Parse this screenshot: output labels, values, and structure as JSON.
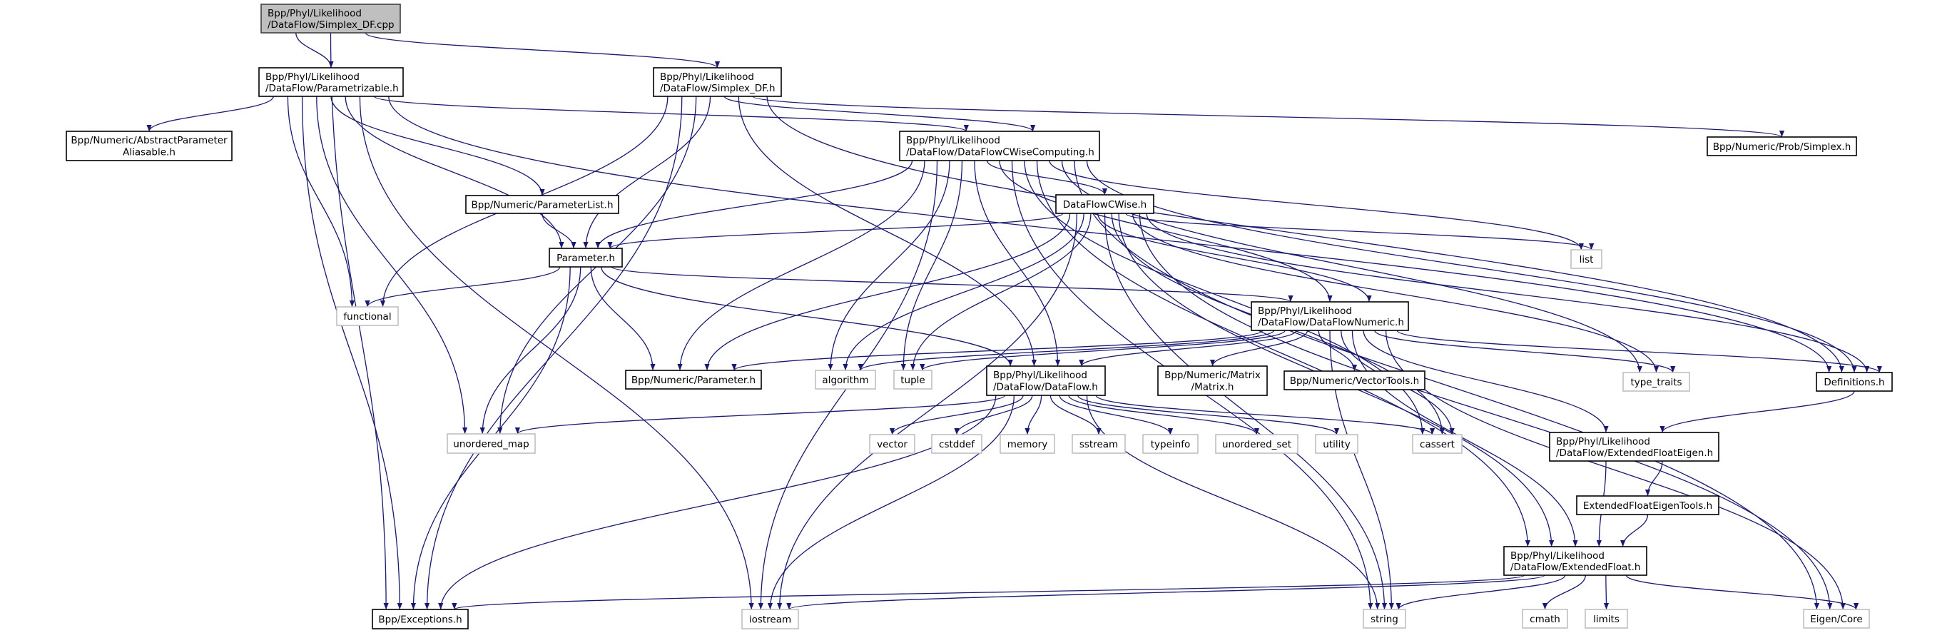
{
  "colors": {
    "edge": "#191970",
    "root_fill": "#bfbfbf",
    "project_border": "#000000",
    "system_border": "#bfbfbf",
    "background": "#ffffff"
  },
  "nodes": [
    {
      "id": "cpp",
      "kind": "root",
      "lines": [
        "Bpp/Phyl/Likelihood",
        "/DataFlow/Simplex_DF.cpp"
      ]
    },
    {
      "id": "parametrizable",
      "kind": "project",
      "lines": [
        "Bpp/Phyl/Likelihood",
        "/DataFlow/Parametrizable.h"
      ]
    },
    {
      "id": "simplex_h",
      "kind": "project",
      "lines": [
        "Bpp/Phyl/Likelihood",
        "/DataFlow/Simplex_DF.h"
      ]
    },
    {
      "id": "aliasable",
      "kind": "project",
      "lines": [
        "Bpp/Numeric/AbstractParameter",
        "Aliasable.h"
      ],
      "center": true
    },
    {
      "id": "paramlist",
      "kind": "project",
      "lines": [
        "Bpp/Numeric/ParameterList.h"
      ]
    },
    {
      "id": "param_h",
      "kind": "project",
      "lines": [
        "Parameter.h"
      ]
    },
    {
      "id": "functional",
      "kind": "system",
      "lines": [
        "functional"
      ]
    },
    {
      "id": "cwisecomp",
      "kind": "project",
      "lines": [
        "Bpp/Phyl/Likelihood",
        "/DataFlow/DataFlowCWiseComputing.h"
      ]
    },
    {
      "id": "cwise",
      "kind": "project",
      "lines": [
        "DataFlowCWise.h"
      ]
    },
    {
      "id": "list",
      "kind": "system",
      "lines": [
        "list"
      ]
    },
    {
      "id": "prob_simplex",
      "kind": "project",
      "lines": [
        "Bpp/Numeric/Prob/Simplex.h"
      ]
    },
    {
      "id": "numeric",
      "kind": "project",
      "lines": [
        "Bpp/Phyl/Likelihood",
        "/DataFlow/DataFlowNumeric.h"
      ]
    },
    {
      "id": "num_param",
      "kind": "project",
      "lines": [
        "Bpp/Numeric/Parameter.h"
      ]
    },
    {
      "id": "algorithm",
      "kind": "system",
      "lines": [
        "algorithm"
      ]
    },
    {
      "id": "tuple",
      "kind": "system",
      "lines": [
        "tuple"
      ]
    },
    {
      "id": "dataflow",
      "kind": "project",
      "lines": [
        "Bpp/Phyl/Likelihood",
        "/DataFlow/DataFlow.h"
      ]
    },
    {
      "id": "matrix",
      "kind": "project",
      "lines": [
        "Bpp/Numeric/Matrix",
        "/Matrix.h"
      ],
      "center": true
    },
    {
      "id": "vectortools",
      "kind": "project",
      "lines": [
        "Bpp/Numeric/VectorTools.h"
      ]
    },
    {
      "id": "type_traits",
      "kind": "system",
      "lines": [
        "type_traits"
      ]
    },
    {
      "id": "definitions",
      "kind": "project",
      "lines": [
        "Definitions.h"
      ]
    },
    {
      "id": "unordered_map",
      "kind": "system",
      "lines": [
        "unordered_map"
      ]
    },
    {
      "id": "vector",
      "kind": "system",
      "lines": [
        "vector"
      ]
    },
    {
      "id": "cstddef",
      "kind": "system",
      "lines": [
        "cstddef"
      ]
    },
    {
      "id": "memory",
      "kind": "system",
      "lines": [
        "memory"
      ]
    },
    {
      "id": "sstream",
      "kind": "system",
      "lines": [
        "sstream"
      ]
    },
    {
      "id": "typeinfo",
      "kind": "system",
      "lines": [
        "typeinfo"
      ]
    },
    {
      "id": "unordered_set",
      "kind": "system",
      "lines": [
        "unordered_set"
      ]
    },
    {
      "id": "utility",
      "kind": "system",
      "lines": [
        "utility"
      ]
    },
    {
      "id": "cassert",
      "kind": "system",
      "lines": [
        "cassert"
      ]
    },
    {
      "id": "efeigen",
      "kind": "project",
      "lines": [
        "Bpp/Phyl/Likelihood",
        "/DataFlow/ExtendedFloatEigen.h"
      ]
    },
    {
      "id": "efetools",
      "kind": "project",
      "lines": [
        "ExtendedFloatEigenTools.h"
      ]
    },
    {
      "id": "extfloat",
      "kind": "project",
      "lines": [
        "Bpp/Phyl/Likelihood",
        "/DataFlow/ExtendedFloat.h"
      ]
    },
    {
      "id": "exceptions",
      "kind": "project",
      "lines": [
        "Bpp/Exceptions.h"
      ]
    },
    {
      "id": "iostream",
      "kind": "system",
      "lines": [
        "iostream"
      ]
    },
    {
      "id": "string",
      "kind": "system",
      "lines": [
        "string"
      ]
    },
    {
      "id": "cmath",
      "kind": "system",
      "lines": [
        "cmath"
      ]
    },
    {
      "id": "limits",
      "kind": "system",
      "lines": [
        "limits"
      ]
    },
    {
      "id": "eigen",
      "kind": "system",
      "lines": [
        "Eigen/Core"
      ]
    }
  ],
  "edges": [
    [
      "cpp",
      "parametrizable"
    ],
    [
      "cpp",
      "simplex_h"
    ],
    [
      "cpp",
      "exceptions"
    ],
    [
      "parametrizable",
      "aliasable"
    ],
    [
      "parametrizable",
      "paramlist"
    ],
    [
      "parametrizable",
      "param_h"
    ],
    [
      "parametrizable",
      "functional"
    ],
    [
      "parametrizable",
      "unordered_map"
    ],
    [
      "parametrizable",
      "iostream"
    ],
    [
      "parametrizable",
      "exceptions"
    ],
    [
      "parametrizable",
      "cwisecomp"
    ],
    [
      "parametrizable",
      "definitions"
    ],
    [
      "simplex_h",
      "cwisecomp"
    ],
    [
      "simplex_h",
      "prob_simplex"
    ],
    [
      "simplex_h",
      "definitions"
    ],
    [
      "simplex_h",
      "param_h"
    ],
    [
      "simplex_h",
      "functional"
    ],
    [
      "simplex_h",
      "unordered_map"
    ],
    [
      "simplex_h",
      "exceptions"
    ],
    [
      "simplex_h",
      "dataflow"
    ],
    [
      "cwisecomp",
      "cwise"
    ],
    [
      "cwisecomp",
      "param_h"
    ],
    [
      "cwisecomp",
      "num_param"
    ],
    [
      "cwisecomp",
      "algorithm"
    ],
    [
      "cwisecomp",
      "tuple"
    ],
    [
      "cwisecomp",
      "iostream"
    ],
    [
      "cwisecomp",
      "string"
    ],
    [
      "cwisecomp",
      "list"
    ],
    [
      "cwisecomp",
      "type_traits"
    ],
    [
      "cwisecomp",
      "definitions"
    ],
    [
      "cwisecomp",
      "cassert"
    ],
    [
      "cwisecomp",
      "eigen"
    ],
    [
      "cwisecomp",
      "extfloat"
    ],
    [
      "cwisecomp",
      "numeric"
    ],
    [
      "cwisecomp",
      "dataflow"
    ],
    [
      "cwise",
      "param_h"
    ],
    [
      "cwise",
      "num_param"
    ],
    [
      "cwise",
      "algorithm"
    ],
    [
      "cwise",
      "tuple"
    ],
    [
      "cwise",
      "iostream"
    ],
    [
      "cwise",
      "string"
    ],
    [
      "cwise",
      "list"
    ],
    [
      "cwise",
      "numeric"
    ],
    [
      "cwise",
      "type_traits"
    ],
    [
      "cwise",
      "definitions"
    ],
    [
      "cwise",
      "eigen"
    ],
    [
      "cwise",
      "extfloat"
    ],
    [
      "cwise",
      "cassert"
    ],
    [
      "paramlist",
      "param_h"
    ],
    [
      "param_h",
      "functional"
    ],
    [
      "param_h",
      "unordered_map"
    ],
    [
      "param_h",
      "num_param"
    ],
    [
      "param_h",
      "exceptions"
    ],
    [
      "param_h",
      "numeric"
    ],
    [
      "param_h",
      "dataflow"
    ],
    [
      "numeric",
      "num_param"
    ],
    [
      "numeric",
      "algorithm"
    ],
    [
      "numeric",
      "tuple"
    ],
    [
      "numeric",
      "dataflow"
    ],
    [
      "numeric",
      "matrix"
    ],
    [
      "numeric",
      "vectortools"
    ],
    [
      "numeric",
      "type_traits"
    ],
    [
      "numeric",
      "definitions"
    ],
    [
      "numeric",
      "cassert"
    ],
    [
      "numeric",
      "string"
    ],
    [
      "numeric",
      "extfloat"
    ],
    [
      "numeric",
      "efeigen"
    ],
    [
      "numeric",
      "eigen"
    ],
    [
      "dataflow",
      "unordered_map"
    ],
    [
      "dataflow",
      "exceptions"
    ],
    [
      "dataflow",
      "iostream"
    ],
    [
      "dataflow",
      "vector"
    ],
    [
      "dataflow",
      "cstddef"
    ],
    [
      "dataflow",
      "memory"
    ],
    [
      "dataflow",
      "sstream"
    ],
    [
      "dataflow",
      "typeinfo"
    ],
    [
      "dataflow",
      "unordered_set"
    ],
    [
      "dataflow",
      "utility"
    ],
    [
      "dataflow",
      "cassert"
    ],
    [
      "dataflow",
      "string"
    ],
    [
      "definitions",
      "efeigen"
    ],
    [
      "efeigen",
      "efetools"
    ],
    [
      "efeigen",
      "extfloat"
    ],
    [
      "efetools",
      "extfloat"
    ],
    [
      "extfloat",
      "exceptions"
    ],
    [
      "extfloat",
      "iostream"
    ],
    [
      "extfloat",
      "string"
    ],
    [
      "extfloat",
      "cmath"
    ],
    [
      "extfloat",
      "limits"
    ],
    [
      "extfloat",
      "eigen"
    ]
  ]
}
